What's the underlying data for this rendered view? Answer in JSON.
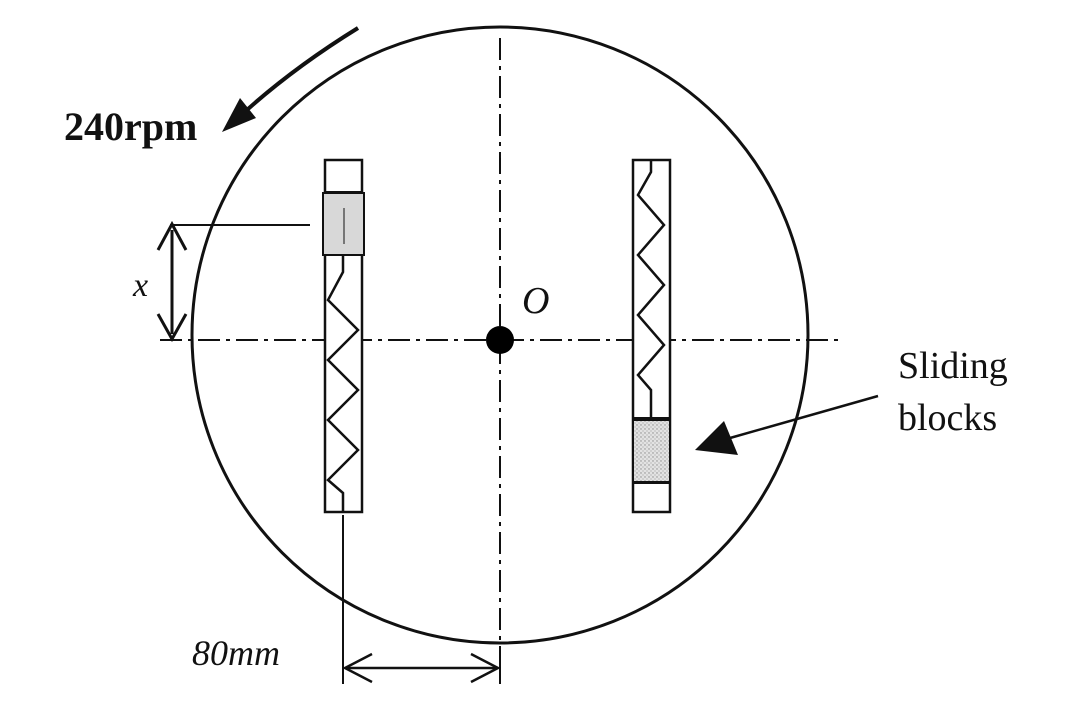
{
  "labels": {
    "speed": "240rpm",
    "displacement": "x",
    "center": "O",
    "sliding_line1": "Sliding",
    "sliding_line2": "blocks",
    "offset": "80mm"
  },
  "colors": {
    "ink": "#111111",
    "block_fill": "#d8d8d8",
    "background": "#ffffff"
  }
}
